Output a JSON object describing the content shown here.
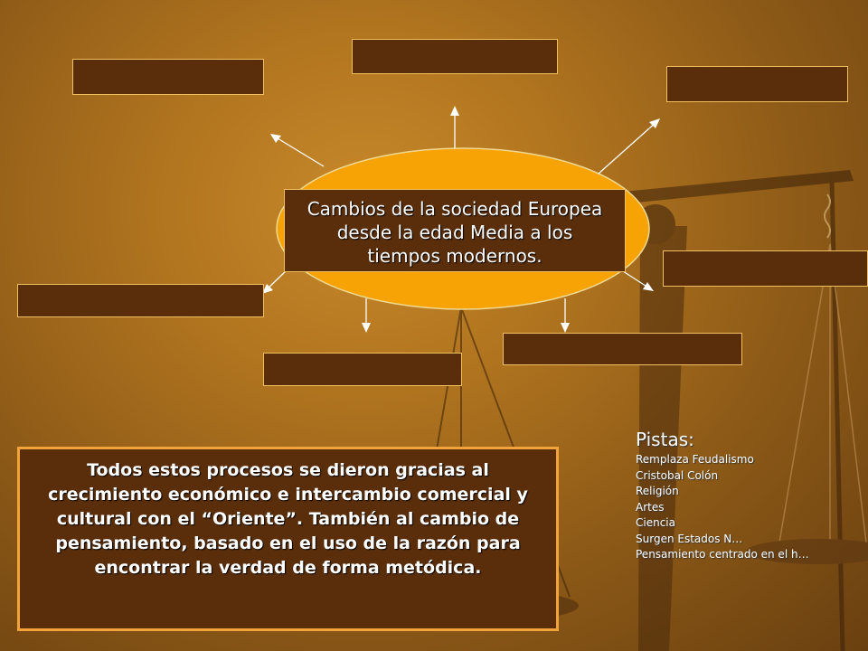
{
  "center": {
    "line1": "Cambios  de la sociedad Europea",
    "line2": "desde la edad Media a los",
    "line3": "tiempos modernos."
  },
  "bottom": {
    "text": "Todos estos procesos se dieron gracias al crecimiento económico e intercambio comercial y cultural con el “Oriente”. También al cambio de pensamiento, basado en el uso de la razón para encontrar la verdad de forma metódica."
  },
  "hints": {
    "title": "Pistas:",
    "items": [
      "Remplaza Feudalismo",
      "Cristobal Colón",
      "Religión",
      "Artes",
      "Ciencia",
      "Surgen Estados N…",
      "Pensamiento centrado en el h…"
    ]
  },
  "colors": {
    "ellipse": "#f7a306",
    "box_fill": "#5a2e0b",
    "box_border": "#f0c060",
    "bottom_border": "#f2a33a"
  }
}
